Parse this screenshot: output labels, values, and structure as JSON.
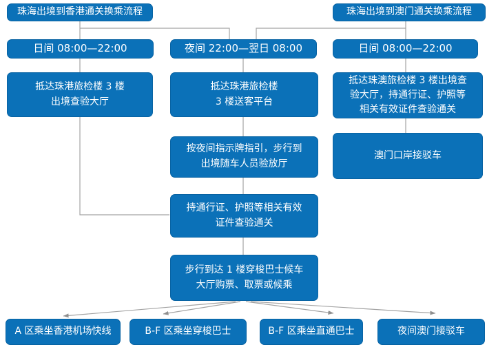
{
  "flowchart": {
    "colors": {
      "background": "#ffffff",
      "box_fill": "#0b71b8",
      "box_border": "#0863a3",
      "box_text": "#ffffff",
      "connector": "#a3a3a3",
      "connector_arrow": "#8f8f8f"
    },
    "hk": {
      "title": "珠海出境到香港通关换乘流程",
      "day_band": "日间 08:00—22:00",
      "arrival_hall": "抵达珠港旅检楼 3 楼\n出境查验大厅"
    },
    "night": {
      "band": "夜间 22:00—翌日 08:00",
      "platform": "抵达珠港旅检楼\n3 楼送客平台",
      "walk_to_inspection": "按夜间指示牌指引，步行到\n出境随车人员验放厅"
    },
    "mo": {
      "title": "珠海出境到澳门通关换乘流程",
      "day_band": "日间 08:00—22:00",
      "arrival_hall": "抵达珠澳旅检楼 3 楼出境查\n验大厅，持通行证、护照等\n相关有效证件查验通关",
      "port_shuttle": "澳门口岸接驳车"
    },
    "shared": {
      "passport_check": "持通行证、护照等相关有效\n证件查验通关",
      "bus_hall": "步行到达 1 楼穿梭巴士候车\n大厅购票、取票或候乘"
    },
    "destinations": [
      "A 区乘坐香港机场快线",
      "B-F 区乘坐穿梭巴士",
      "B-F 区乘坐直通巴士",
      "夜间澳门接驳车"
    ]
  }
}
